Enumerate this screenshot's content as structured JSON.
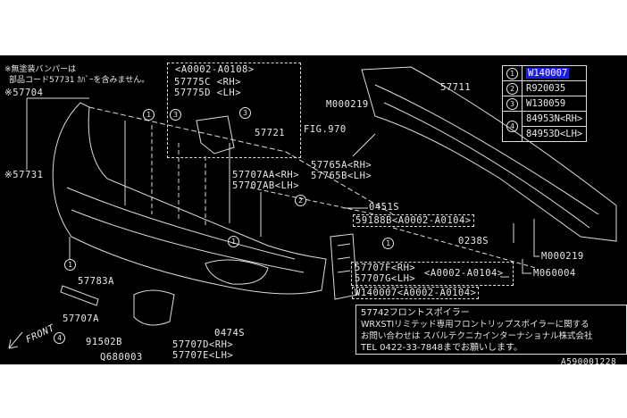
{
  "note_top": {
    "line1": "※無塗装バンパーは",
    "line2": "部品コード57731 ｶﾊﾞｰを含みません。"
  },
  "labels": {
    "p57704": "※57704",
    "p57731": "※57731",
    "inset_range": "<A0002-A0108>",
    "p57775c": "57775C <RH>",
    "p57775d": "57775D <LH>",
    "p57721": "57721",
    "p57707aa": "57707AA<RH>",
    "p57707ab": "57707AB<LH>",
    "fig970": "FIG.970",
    "m000219_top": "M000219",
    "p57765a": "57765A<RH>",
    "p57765b": "57765B<LH>",
    "p0451s": "0451S",
    "p59188b": "59188B<A0002-A0104>",
    "p0238s": "0238S",
    "m000219_right": "M000219",
    "m060004": "M060004",
    "p57707f": "57707F<RH>",
    "p57707g": "57707G<LH>",
    "fg_range": "<A0002-A0104>",
    "w140007_range": "W140007<A0002-A0104>",
    "p57711": "57711",
    "p57783a": "57783A",
    "p57707a": "57707A",
    "front": "FRONT",
    "p91502b": "91502B",
    "q680003": "Q680003",
    "p0474s": "0474S",
    "p57707d": "57707D<RH>",
    "p57707e": "57707E<LH>",
    "diagram_id": "A590001228"
  },
  "callouts": {
    "c1": "1",
    "c2": "2",
    "c3": "3",
    "c4": "4"
  },
  "legend": [
    {
      "num": "1",
      "part": "W140007"
    },
    {
      "num": "2",
      "part": "R920035"
    },
    {
      "num": "3",
      "part": "W130059"
    },
    {
      "num": "4",
      "part": "84953N<RH>",
      "part2": "84953D<LH>"
    }
  ],
  "note_box": {
    "line1": "57742フロントスポイラー",
    "line2": "WRXSTIリミテッド専用フロントリップスポイラーに関する",
    "line3": "お問い合わせは スバルテクニカインターナショナル株式会社",
    "line4": "TEL 0422-33-7848までお願いします。"
  },
  "colors": {
    "background": "#000000",
    "lines": "#e8e8e8",
    "highlight": "#1a1aff"
  }
}
